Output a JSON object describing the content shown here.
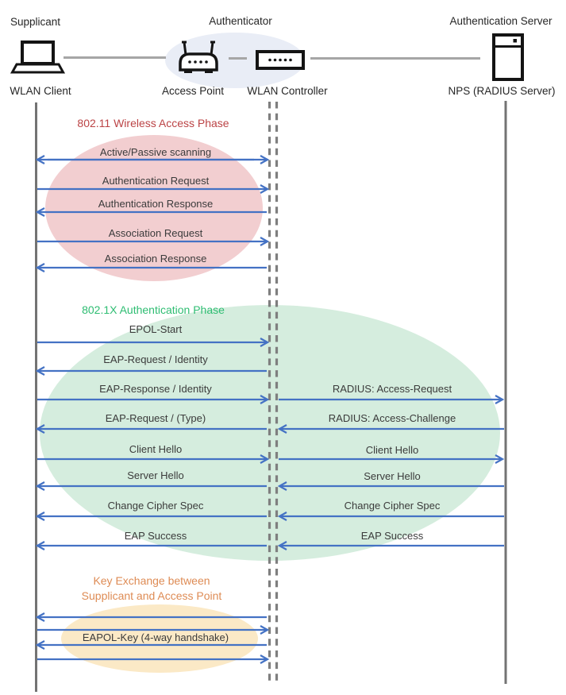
{
  "header": {
    "supplicant": "Supplicant",
    "authenticator": "Authenticator",
    "authentication_server": "Authentication Server"
  },
  "nodes": {
    "wlan_client": "WLAN Client",
    "access_point": "Access Point",
    "wlan_controller": "WLAN Controller",
    "nps_server": "NPS (RADIUS Server)"
  },
  "phases": {
    "wireless_access": {
      "title": "802.11 Wireless Access Phase"
    },
    "authentication": {
      "title": "802.1X Authentication Phase"
    },
    "key_exchange": {
      "title_line1": "Key Exchange between",
      "title_line2": "Supplicant and Access Point"
    }
  },
  "messages": {
    "client_to_controller": [
      {
        "label": "Active/Passive scanning",
        "direction": "both"
      },
      {
        "label": "Authentication Request",
        "direction": "right"
      },
      {
        "label": "Authentication Response",
        "direction": "left"
      },
      {
        "label": "Association Request",
        "direction": "right"
      },
      {
        "label": "Association Response",
        "direction": "left"
      },
      {
        "label": "EPOL-Start",
        "direction": "right"
      },
      {
        "label": "EAP-Request / Identity",
        "direction": "left"
      },
      {
        "label": "EAP-Response / Identity",
        "direction": "right"
      },
      {
        "label": "EAP-Request / (Type)",
        "direction": "left"
      },
      {
        "label": "Client Hello",
        "direction": "right"
      },
      {
        "label": "Server Hello",
        "direction": "left"
      },
      {
        "label": "Change Cipher Spec",
        "direction": "left"
      },
      {
        "label": "EAP Success",
        "direction": "left"
      },
      {
        "label": "",
        "direction": "left"
      },
      {
        "label": "",
        "direction": "right"
      },
      {
        "label": "EAPOL-Key (4-way handshake)",
        "direction": "left"
      },
      {
        "label": "",
        "direction": "right"
      }
    ],
    "controller_to_server": [
      {
        "label": "RADIUS: Access-Request",
        "direction": "right"
      },
      {
        "label": "RADIUS: Access-Challenge",
        "direction": "left"
      },
      {
        "label": "Client Hello",
        "direction": "right"
      },
      {
        "label": "Server Hello",
        "direction": "left"
      },
      {
        "label": "Change Cipher Spec",
        "direction": "left"
      },
      {
        "label": "EAP Success",
        "direction": "left"
      }
    ]
  },
  "colors": {
    "arrow_blue": "#4472C4",
    "lifeline_gray": "#737373",
    "phase1_fill": "#F2CED0",
    "phase1_text": "#BB4345",
    "phase2_fill": "#D5EDDE",
    "phase2_text": "#2EBD72",
    "phase3_fill": "#FBE9C6",
    "phase3_text": "#DE8B54",
    "authenticator_halo": "#E9EDF6"
  }
}
